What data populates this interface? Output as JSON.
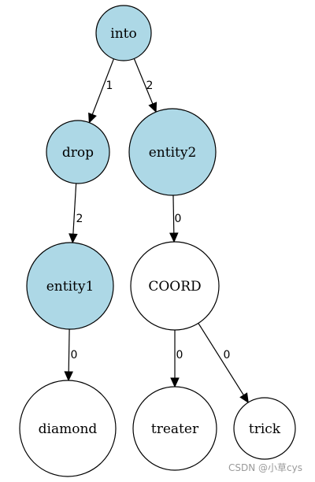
{
  "colors": {
    "highlight_fill": "#add8e6",
    "default_fill": "#ffffff",
    "stroke": "#000000"
  },
  "nodes": [
    {
      "id": "into",
      "label": "into",
      "highlighted": true
    },
    {
      "id": "drop",
      "label": "drop",
      "highlighted": true
    },
    {
      "id": "entity2",
      "label": "entity2",
      "highlighted": true
    },
    {
      "id": "entity1",
      "label": "entity1",
      "highlighted": true
    },
    {
      "id": "coord",
      "label": "COORD",
      "highlighted": false
    },
    {
      "id": "diamond",
      "label": "diamond",
      "highlighted": false
    },
    {
      "id": "treater",
      "label": "treater",
      "highlighted": false
    },
    {
      "id": "trick",
      "label": "trick",
      "highlighted": false
    }
  ],
  "edges": [
    {
      "from": "into",
      "to": "drop",
      "label": "1"
    },
    {
      "from": "into",
      "to": "entity2",
      "label": "2"
    },
    {
      "from": "drop",
      "to": "entity1",
      "label": "2"
    },
    {
      "from": "entity2",
      "to": "coord",
      "label": "0"
    },
    {
      "from": "entity1",
      "to": "diamond",
      "label": "0"
    },
    {
      "from": "coord",
      "to": "treater",
      "label": "0"
    },
    {
      "from": "coord",
      "to": "trick",
      "label": "0"
    }
  ],
  "watermark": "CSDN @小草cys"
}
